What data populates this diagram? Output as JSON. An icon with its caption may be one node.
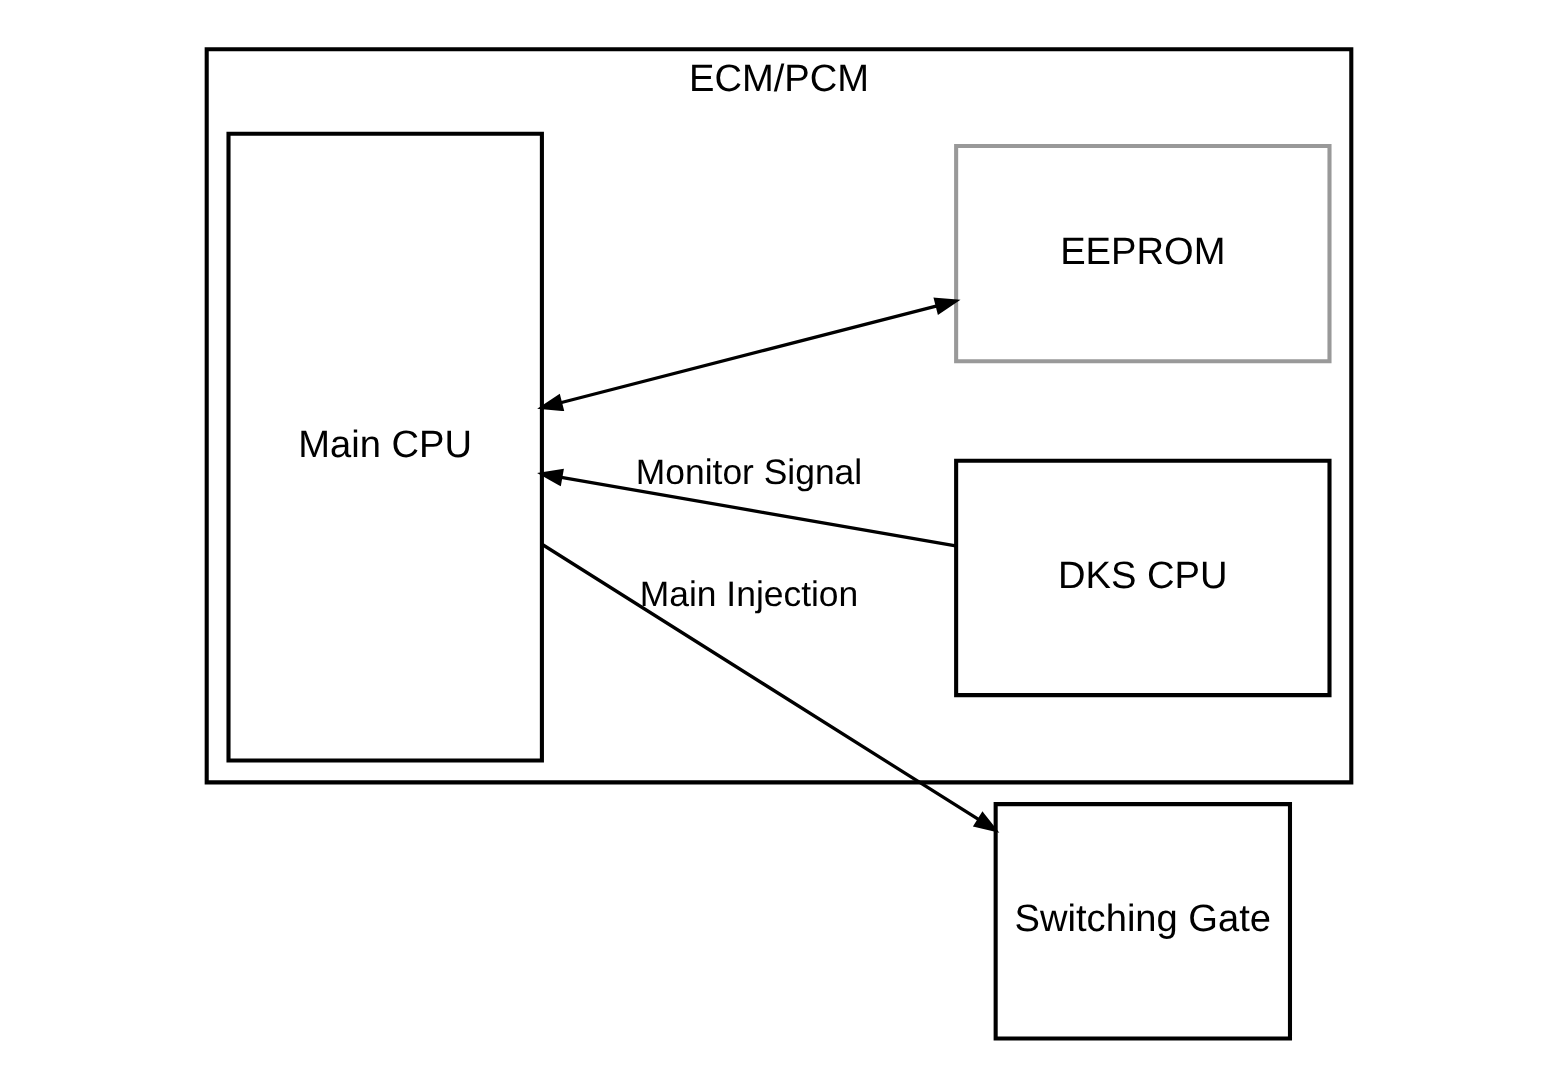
{
  "diagram": {
    "nodes": [
      {
        "text": [
          "ECM/PCM"
        ]
      },
      {
        "text": [
          "Main CPU"
        ],
        "in": 0
      },
      {
        "text": [
          "DKS CPU"
        ],
        "in": 0
      },
      {
        "text": [
          "EEPROM"
        ],
        "in": 0
      },
      {
        "text": [
          "Switching Gate"
        ]
      }
    ],
    "edges": [
      {
        "from": 2,
        "to": 1,
        "arrow": "to",
        "label": "Monitor Signal"
      },
      {
        "from": 1,
        "to": 3,
        "arrow": "both"
      },
      {
        "from": 1,
        "to": 4,
        "arrow": "to",
        "label": "Main Injection"
      }
    ]
  }
}
